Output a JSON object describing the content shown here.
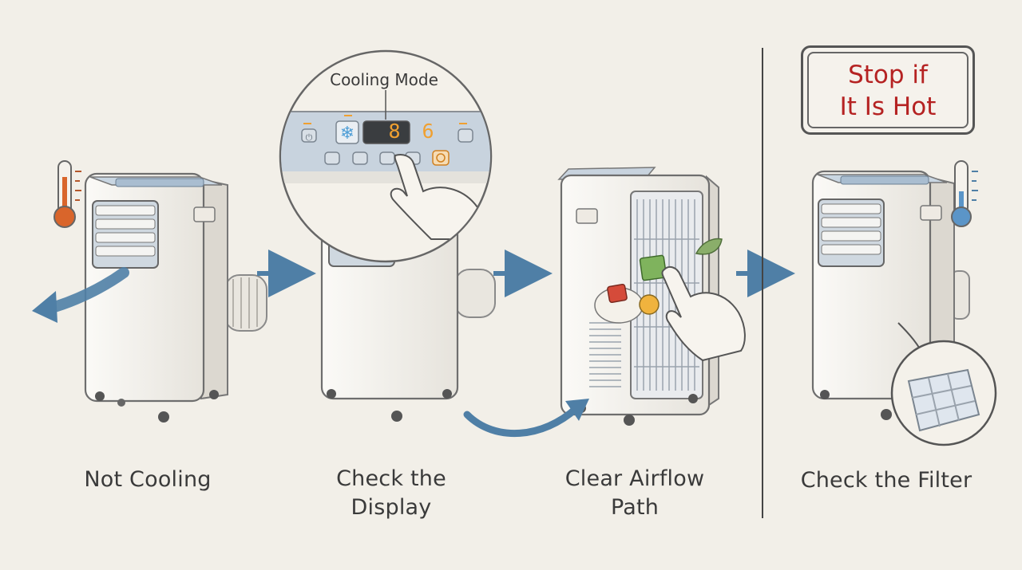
{
  "steps": [
    {
      "caption": "Not Cooling"
    },
    {
      "caption": "Check the\nDisplay"
    },
    {
      "caption": "Clear Airflow\nPath"
    },
    {
      "caption": "Check the Filter"
    }
  ],
  "warning": {
    "line1": "Stop if",
    "line2": "It Is Hot"
  },
  "display": {
    "mode_label": "Cooling Mode",
    "digit_main": "8",
    "digit_secondary": "6"
  },
  "icons": [
    "thermometer-hot-icon",
    "thermometer-cold-icon",
    "snowflake-icon",
    "power-icon",
    "arrow-right-icon",
    "leaf-icon",
    "filter-icon"
  ],
  "colors": {
    "warning_text": "#b52222",
    "arrow": "#4f7fa6",
    "display_digit": "#f0a030",
    "hot": "#d9652b",
    "cold": "#5b95c8"
  }
}
